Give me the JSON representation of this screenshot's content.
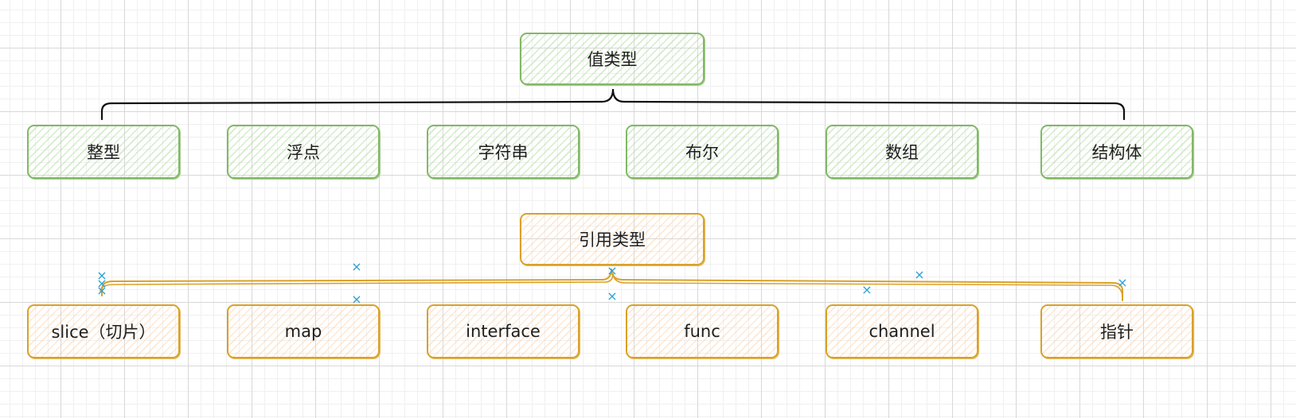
{
  "value_types": {
    "root": "值类型",
    "children": [
      "整型",
      "浮点",
      "字符串",
      "布尔",
      "数组",
      "结构体"
    ],
    "color": "#82b866"
  },
  "reference_types": {
    "root": "引用类型",
    "children": [
      "slice（切片）",
      "map",
      "interface",
      "func",
      "channel",
      "指针"
    ],
    "color": "#d9a129"
  },
  "connection_marker_icon": "x-marker-icon",
  "marker_color": "#2aa0d8"
}
